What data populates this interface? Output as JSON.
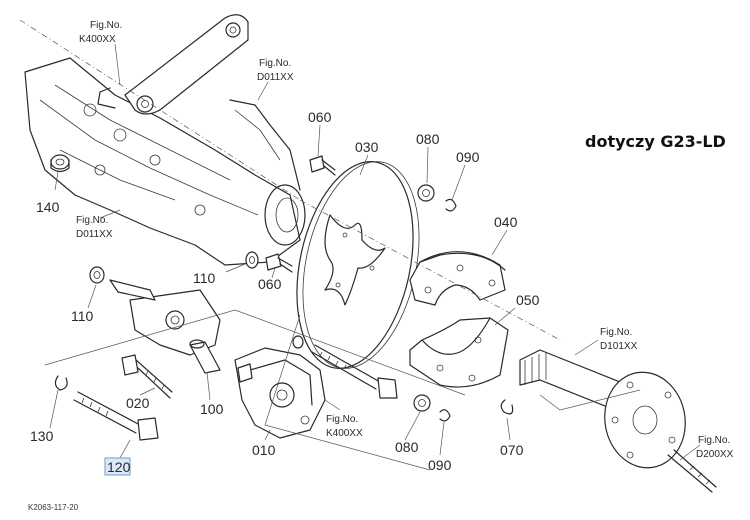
{
  "title": "dotyczy G23-LD",
  "drawing_code": "K2063-117-20",
  "fig_refs": [
    {
      "label": "Fig.No.",
      "code": "K400XX"
    },
    {
      "label": "Fig.No.",
      "code": "D011XX"
    },
    {
      "label": "Fig.No.",
      "code": "D011XX"
    },
    {
      "label": "Fig.No.",
      "code": "K400XX"
    },
    {
      "label": "Fig.No.",
      "code": "D101XX"
    },
    {
      "label": "Fig.No.",
      "code": "D200XX"
    }
  ],
  "parts": [
    "060",
    "030",
    "080",
    "090",
    "140",
    "040",
    "110",
    "060",
    "050",
    "110",
    "130",
    "020",
    "100",
    "010",
    "080",
    "090",
    "070",
    "120"
  ],
  "selected_part": "120"
}
